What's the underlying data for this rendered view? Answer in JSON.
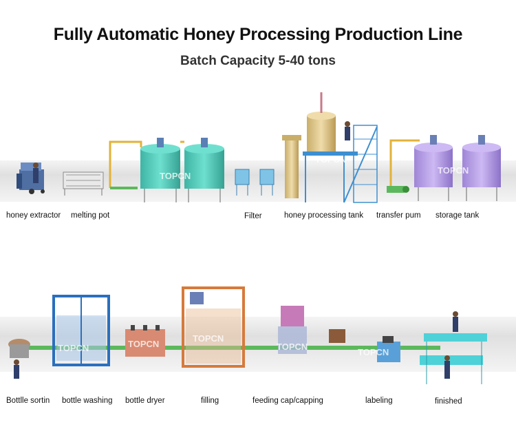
{
  "header": {
    "title": "Fully Automatic Honey Processing Production Line",
    "subtitle": "Batch Capacity 5-40 tons"
  },
  "watermark": "TOPCN",
  "line1": {
    "stations": [
      {
        "id": "honey-extractor",
        "label": "honey extractor"
      },
      {
        "id": "melting-pot",
        "label": "melting pot"
      },
      {
        "id": "filter",
        "label": "Filter"
      },
      {
        "id": "honey-processing-tank",
        "label": "honey processing tank"
      },
      {
        "id": "transfer-pump",
        "label": "transfer pum"
      },
      {
        "id": "storage-tank",
        "label": "storage tank"
      }
    ]
  },
  "line2": {
    "stations": [
      {
        "id": "bottle-sorting",
        "label": "Bottlle sortin"
      },
      {
        "id": "bottle-washing",
        "label": "bottle washing"
      },
      {
        "id": "bottle-dryer",
        "label": "bottle dryer"
      },
      {
        "id": "filling",
        "label": "filling"
      },
      {
        "id": "capping",
        "label": "feeding cap/capping"
      },
      {
        "id": "labeling",
        "label": "labeling"
      },
      {
        "id": "finished",
        "label": "finished"
      }
    ]
  },
  "colors": {
    "floor": "#d9d9d9",
    "tank_teal": "#4ec9b8",
    "tank_purple": "#b9a2e6",
    "tank_gold": "#dcc488",
    "frame_blue": "#2a8fd6",
    "frame_orange": "#d77a3a",
    "conveyor_green": "#5cb85c",
    "pipe": "#e2b23a"
  }
}
